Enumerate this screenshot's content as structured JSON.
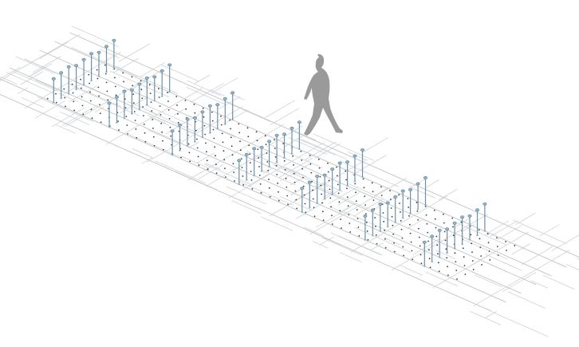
{
  "colors": {
    "background": "#ffffff",
    "grid": "#cfd3d6",
    "dots": "#3a3a3a",
    "posts": "#6f8fa6",
    "post_caps": "#8fb6cf",
    "person": "#9a9a9a"
  },
  "elements": {
    "ground_grid": "isometric-irregular-grid",
    "dot_field": "point-grid",
    "post_rows": 7,
    "figure": "walking-person-silhouette"
  }
}
